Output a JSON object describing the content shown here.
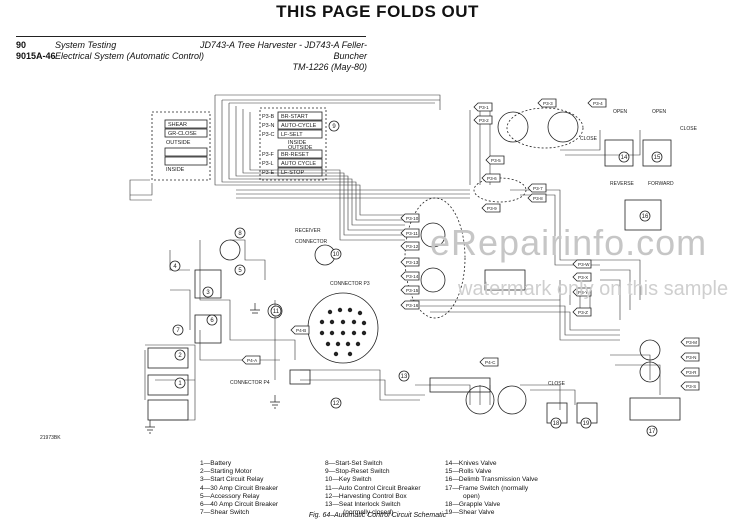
{
  "header": {
    "title": "THIS PAGE FOLDS OUT",
    "page_number": "90",
    "page_code": "9015A-46",
    "section": "System Testing",
    "subsection": "Electrical System (Automatic Control)",
    "model": "JD743-A Tree Harvester - JD743-A Feller-Buncher",
    "manual": "TM-1226",
    "date": "(May-80)"
  },
  "watermark": {
    "site": "eRepairinfo.com",
    "notice": "watermark only on this sample"
  },
  "diagram": {
    "panel_left": {
      "outside_label": "OUTSIDE",
      "inside_label": "INSIDE",
      "items": [
        "SHEAR",
        "GR-CLOSE"
      ]
    },
    "panel_switch": {
      "items_top": [
        "BR-START",
        "AUTO-CYCLE",
        "LF-SELT"
      ],
      "label_top": "INSIDE",
      "label_bottom": "OUTSIDE",
      "items_bottom": [
        "BR-RESET",
        "AUTO CYCLE",
        "LF-STOP"
      ],
      "pins_top": [
        "P3-B",
        "P3-N",
        "P3-C"
      ],
      "pins_bottom": [
        "P3-F",
        "P3-L",
        "P3-E"
      ]
    },
    "receiver_label": "RECEIVER",
    "connector_label": "CONNECTOR",
    "connector_p3": "CONNECTOR P3",
    "connector_p4": "CONNECTOR P4",
    "valve_labels": [
      "OPEN",
      "OPEN",
      "CLOSE",
      "REVERSE",
      "FORWARD",
      "CLOSE",
      "CLOSE"
    ],
    "pin_labels": [
      "P3-1",
      "P3-2",
      "P3-3",
      "P3-4",
      "P3-5",
      "P3-6",
      "P3-7",
      "P3-8",
      "P3-9",
      "P3-10",
      "P3-11",
      "P3-12",
      "P3-13",
      "P3-14",
      "P3-15",
      "P3-16",
      "P4-A",
      "P4-B",
      "P4-C",
      "P3-W",
      "P3-X",
      "P3-Y",
      "P3-Z",
      "P3-M",
      "P3-N",
      "P3-R",
      "P3-S"
    ],
    "callouts": [
      "1",
      "2",
      "3",
      "4",
      "5",
      "6",
      "7",
      "8",
      "9",
      "10",
      "11",
      "12",
      "13",
      "14",
      "15",
      "16",
      "17",
      "18",
      "19"
    ],
    "drawing_code": "21973BK"
  },
  "legend": {
    "col1": [
      "1—Battery",
      "2—Starting Motor",
      "3—Start Circuit Relay",
      "4—30 Amp Circuit Breaker",
      "5—Accessory Relay",
      "6—40 Amp Circuit Breaker",
      "7—Shear Switch"
    ],
    "col2": [
      "8—Start-Set Switch",
      "9—Stop-Reset Switch",
      "10—Key Switch",
      "11—Auto Control Circuit Breaker",
      "12—Harvesting Control Box",
      "13—Seat Interlock Switch",
      "(normally closed)"
    ],
    "col3": [
      "14—Knives Valve",
      "15—Rolls Valve",
      "16—Delimb Transmission Valve",
      "17—Frame Switch (normally",
      "open)",
      "18—Grapple Valve",
      "19—Shear Valve"
    ]
  },
  "caption": "Fig. 64–Automatic Control Circuit Schematic"
}
